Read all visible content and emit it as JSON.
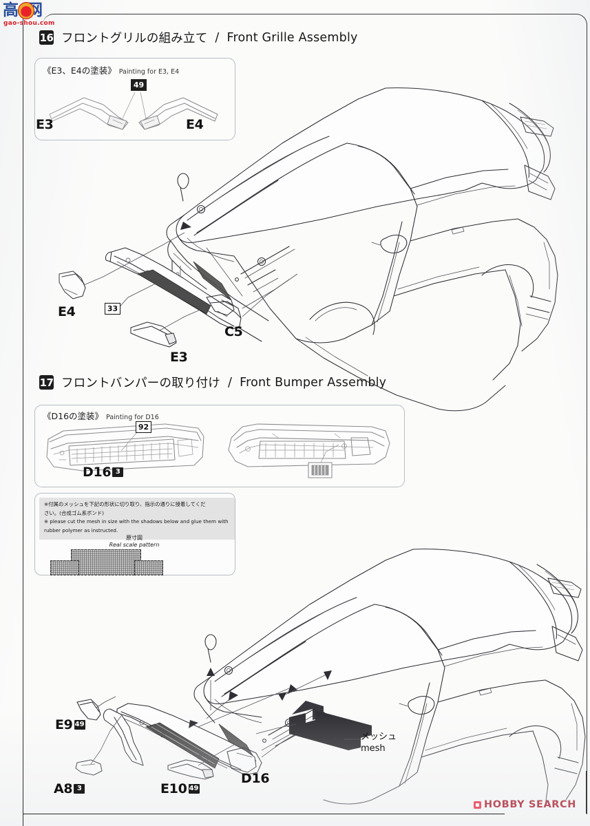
{
  "page": {
    "sheet_kind": "plastic-model-assembly-instructions",
    "source_watermark": "HOBBY SEARCH",
    "corner_logo": {
      "chars": "高 网",
      "url": "gao-shou.com"
    }
  },
  "steps": [
    {
      "number": "16",
      "title_jp": "フロントグリルの組み立て",
      "separator": "/",
      "title_en": "Front Grille Assembly",
      "subpanel": {
        "title_jp": "《E3、E4の塗装》",
        "title_en": "Painting for E3, E4",
        "paint_tag": "49",
        "parts": [
          {
            "code": "E3"
          },
          {
            "code": "E4"
          }
        ]
      },
      "parts": [
        {
          "code": "E4",
          "chip": ""
        },
        {
          "code": "E3",
          "chip": ""
        },
        {
          "code": "C5",
          "chip": ""
        }
      ],
      "paint_tags": [
        {
          "value": "33"
        }
      ]
    },
    {
      "number": "17",
      "title_jp": "フロントバンパーの取り付け",
      "separator": "/",
      "title_en": "Front Bumper Assembly",
      "subpanel": {
        "title_jp": "《D16の塗装》",
        "title_en": "Painting for D16",
        "paint_tag": "92",
        "parts": [
          {
            "code": "D16",
            "chip": "3"
          }
        ]
      },
      "note": {
        "jp_line1": "※付属のメッシュを下記の形状に切り取り、指示の通りに接着してくだ",
        "jp_line2": "さい。(合成ゴム系ボンド)",
        "en_line1": "※ please cut the mesh in size with the shadows below and glue them with",
        "en_line2": "rubber polymer as instructed.",
        "scale_caption_jp": "原寸図",
        "scale_caption_en": "Real scale pattern"
      },
      "parts": [
        {
          "code": "E9",
          "chip": "49"
        },
        {
          "code": "A8",
          "chip": "3"
        },
        {
          "code": "E10",
          "chip": "49"
        },
        {
          "code": "D16",
          "chip": ""
        }
      ],
      "callout": {
        "jp": "メッシュ",
        "en": "mesh"
      }
    }
  ],
  "colors": {
    "ink": "#2e2e35",
    "badge_bg": "#1d1d1d",
    "note_bg": "#e3e3e3",
    "mesh_grey": "#c6c6c6",
    "watermark_red": "#b9525f",
    "logo_blue": "#2a4f9b"
  }
}
